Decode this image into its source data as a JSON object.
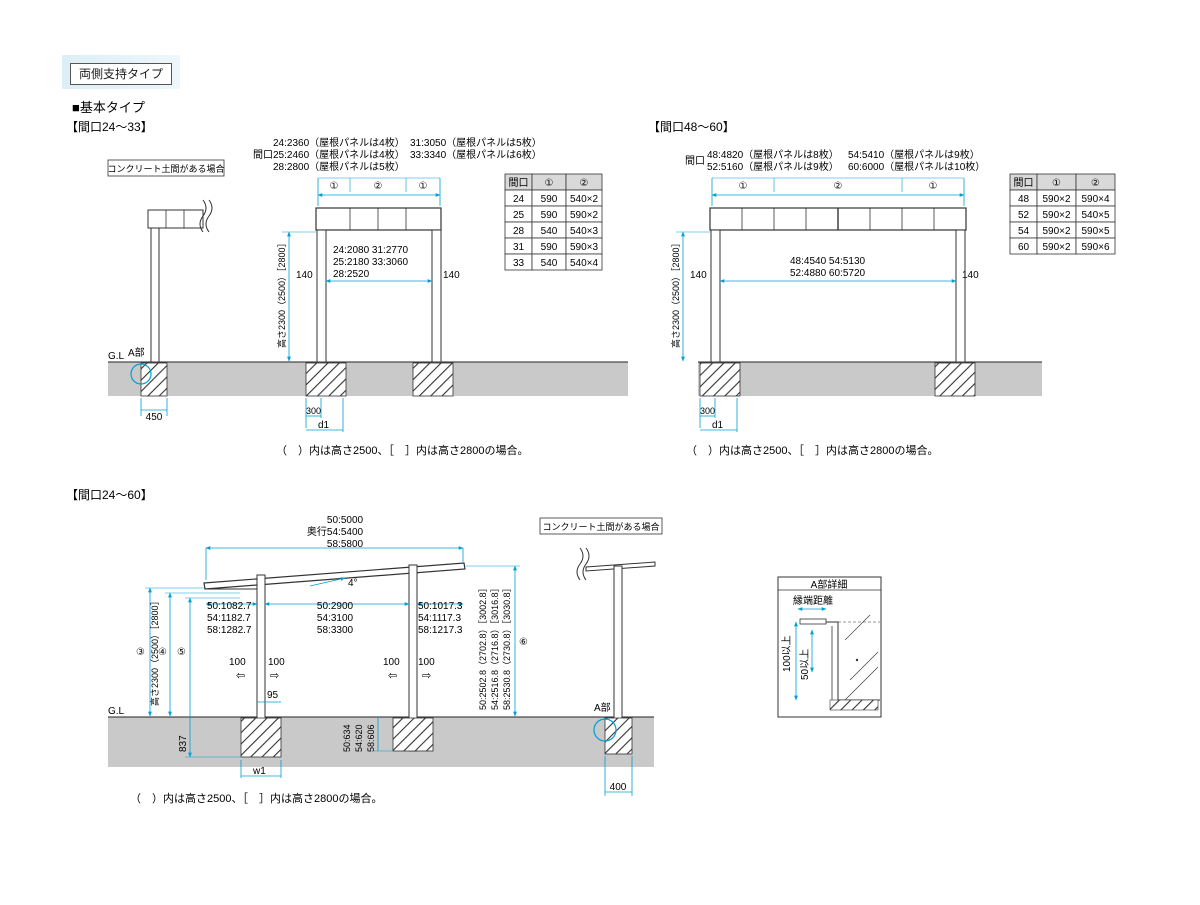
{
  "type_label": "両側支持タイプ",
  "section_title": "■基本タイプ",
  "d1": {
    "heading": "【間口24～33】",
    "concrete_label": "コンクリート土間がある場合",
    "width_lines": [
      "24:2360（屋根パネルは4枚）",
      "25:2460（屋根パネルは4枚）",
      "28:2800（屋根パネルは5枚）"
    ],
    "width_lines_b": [
      "31:3050（屋根パネルは5枚）",
      "33:3340（屋根パネルは6枚）"
    ],
    "maguchi_prefix": "間口",
    "span_labels": [
      "①",
      "②",
      "①"
    ],
    "inner_lines": [
      "24:2080 31:2770",
      "25:2180 33:3060",
      "28:2520"
    ],
    "side_offset": "140",
    "height_label": "高さ2300（2500）［2800］",
    "a_part": "A部",
    "gl": "G.L",
    "dim_450": "450",
    "dim_300": "300",
    "dim_d1": "d1",
    "note": "（　）内は高さ2500、［　］内は高さ2800の場合。"
  },
  "table1": {
    "headers": [
      "間口",
      "①",
      "②"
    ],
    "rows": [
      [
        "24",
        "590",
        "540×2"
      ],
      [
        "25",
        "590",
        "590×2"
      ],
      [
        "28",
        "540",
        "540×3"
      ],
      [
        "31",
        "590",
        "590×3"
      ],
      [
        "33",
        "540",
        "540×4"
      ]
    ]
  },
  "d2": {
    "heading": "【間口48～60】",
    "maguchi_prefix": "間口",
    "width_lines": [
      "48:4820（屋根パネルは8枚）",
      "52:5160（屋根パネルは9枚）"
    ],
    "width_lines_b": [
      "54:5410（屋根パネルは9枚）",
      "60:6000（屋根パネルは10枚）"
    ],
    "span_labels": [
      "①",
      "②",
      "①"
    ],
    "inner_lines": [
      "48:4540 54:5130",
      "52:4880 60:5720"
    ],
    "side_offset": "140",
    "height_label": "高さ2300（2500）［2800］",
    "dim_300": "300",
    "dim_d1": "d1",
    "note": "（　）内は高さ2500、［　］内は高さ2800の場合。"
  },
  "table2": {
    "headers": [
      "間口",
      "①",
      "②"
    ],
    "rows": [
      [
        "48",
        "590×2",
        "590×4"
      ],
      [
        "52",
        "590×2",
        "540×5"
      ],
      [
        "54",
        "590×2",
        "590×5"
      ],
      [
        "60",
        "590×2",
        "590×6"
      ]
    ]
  },
  "d3": {
    "heading": "【間口24～60】",
    "depth_lines": [
      "50:5000",
      "奥行54:5400",
      "58:5800"
    ],
    "angle": "4°",
    "left_over": [
      "50:1082.7",
      "54:1182.7",
      "58:1282.7"
    ],
    "mid_lines": [
      "50:2900",
      "54:3100",
      "58:3300"
    ],
    "right_over": [
      "50:1017.3",
      "54:1117.3",
      "58:1217.3"
    ],
    "move_labels": [
      "100",
      "100",
      "100",
      "100"
    ],
    "dim_95": "95",
    "dim_837": "837",
    "dim_w1": "w1",
    "circle_3": "③",
    "circle_4": "④",
    "circle_5": "⑤",
    "circle_6": "⑥",
    "height_label": "高さ2300（2500）［2800］",
    "right_height_lines": [
      "50:2502.8（2702.8）［3002.8］",
      "54:2516.8（2716.8）［3016.8］",
      "58:2530.8（2730.8）［3030.8］"
    ],
    "embed_lines": [
      "50:634",
      "54:620",
      "58:606"
    ],
    "gl": "G.L",
    "concrete_label": "コンクリート土間がある場合",
    "a_part": "A部",
    "dim_400": "400",
    "note": "（　）内は高さ2500、［　］内は高さ2800の場合。"
  },
  "detail": {
    "title": "A部詳細",
    "edge_label": "縁端距離",
    "dim_100": "100以上",
    "dim_50": "50以上"
  },
  "colors": {
    "ground": "#c9c9c9",
    "frame_line": "#00a0d2",
    "line": "#222222",
    "footing_hatch": "#333333",
    "badge_bg": "#dceef6"
  }
}
